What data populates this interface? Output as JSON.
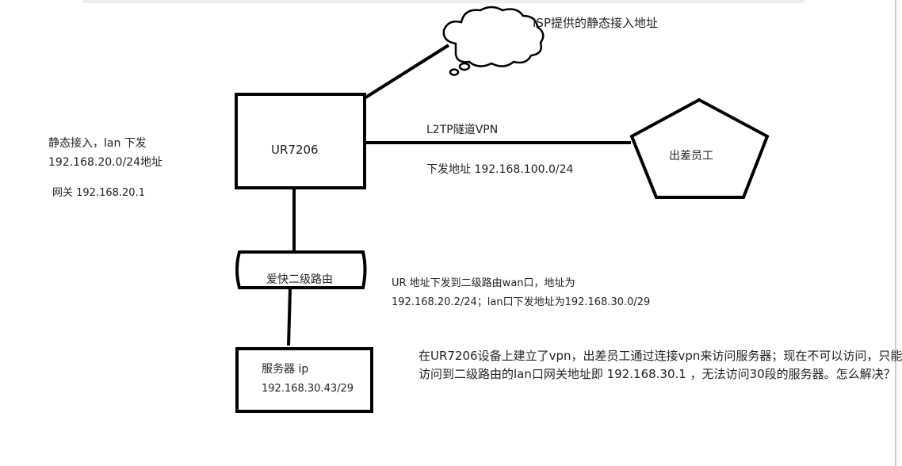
{
  "diagram": {
    "isp_label": "ISP提供的静态接入地址",
    "router_label": "UR7206",
    "left_note": {
      "line1": "静态接入，lan 下发",
      "line2": "192.168.20.0/24地址",
      "gateway": "网关 192.168.20.1"
    },
    "vpn_link": {
      "label": "L2TP隧道VPN",
      "subnet": "下发地址 192.168.100.0/24"
    },
    "employee_label": "出差员工",
    "secondary_router_label": "爱快二级路由",
    "secondary_note": {
      "line1": "UR 地址下发到二级路由wan口，地址为",
      "line2": "192.168.20.2/24；lan口下发地址为192.168.30.0/29"
    },
    "server": {
      "title": "服务器 ip",
      "ip": "192.168.30.43/29"
    },
    "question": {
      "line1": "在UR7206设备上建立了vpn，出差员工通过连接vpn来访问服务器；现在不可以访问，只能",
      "line2": "访问到二级路由的lan口网关地址即 192.168.30.1 ，无法访问30段的服务器。怎么解决？"
    },
    "colors": {
      "stroke": "#000000",
      "text": "#222222",
      "top_bar": "#eeeeee"
    }
  }
}
